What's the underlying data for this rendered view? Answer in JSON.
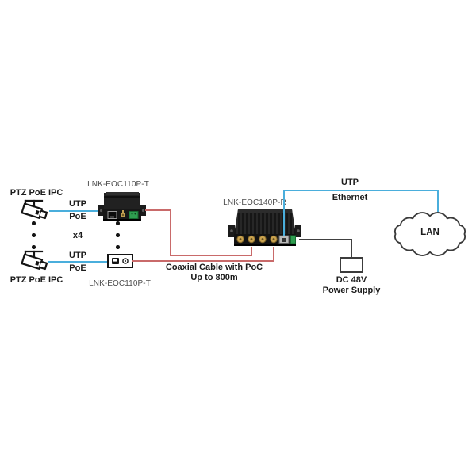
{
  "nodes": {
    "camera_top": {
      "label": "PTZ PoE IPC"
    },
    "camera_bottom": {
      "label": "PTZ PoE IPC"
    },
    "transmitter_top": {
      "label": "LNK-EOC110P-T"
    },
    "transmitter_bottom": {
      "label": "LNK-EOC110P-T"
    },
    "receiver": {
      "label": "LNK-EOC140P-R"
    },
    "power_supply": {
      "line1": "DC 48V",
      "line2": "Power Supply"
    },
    "lan": {
      "label": "LAN"
    }
  },
  "links": {
    "cam_top": {
      "above": "UTP",
      "below": "PoE"
    },
    "cam_bottom": {
      "above": "UTP",
      "below": "PoE"
    },
    "multiplier": "x4",
    "coax": {
      "line1": "Coaxial Cable with PoC",
      "line2": "Up to 800m"
    },
    "uplink": {
      "above": "UTP",
      "below": "Ethernet"
    }
  },
  "colors": {
    "utp": "#4aaedc",
    "coax": "#c96a6a",
    "power": "#404040"
  }
}
